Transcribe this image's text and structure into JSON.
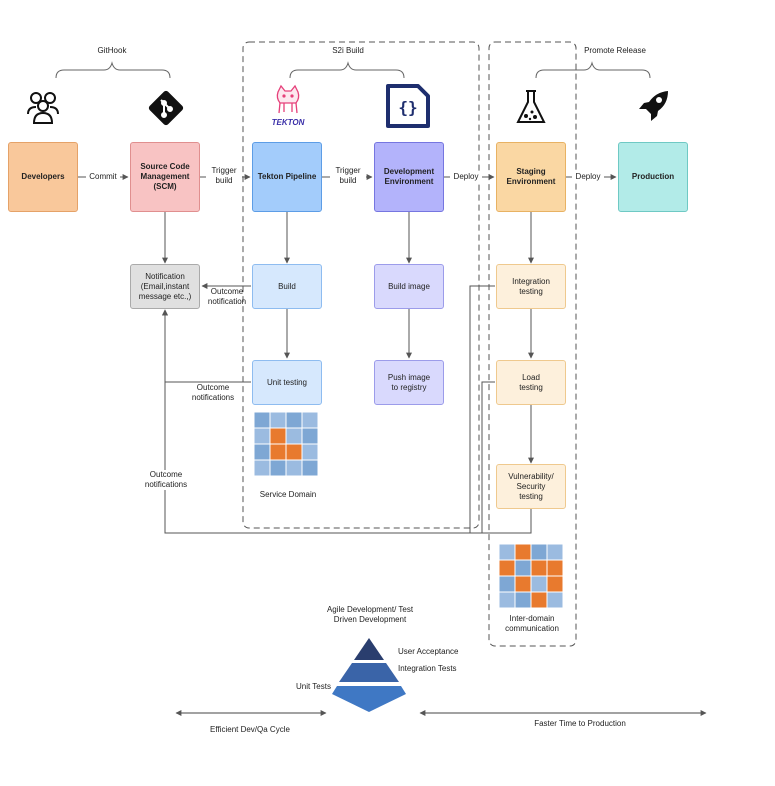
{
  "colors": {
    "developers": "#f9c89b",
    "scm": "#f8c3c3",
    "tekton": "#a3ccfb",
    "devenv": "#b3b3fb",
    "staging": "#fad7a3",
    "production": "#b2ebe8",
    "notification": "#e0e0e0",
    "light_blue": "#d6e8fd",
    "light_purple": "#d9d9fd",
    "light_orange": "#fdf0dc"
  },
  "groups": {
    "githook": "GitHook",
    "s2i_build": "S2i Build",
    "promote_release": "Promote Release"
  },
  "boxes": {
    "developers": "Developers",
    "scm": "Source Code\nManagement\n(SCM)",
    "tekton_pipeline": "Tekton Pipeline",
    "dev_env": "Development\nEnvironment",
    "staging_env": "Staging\nEnvironment",
    "production": "Production",
    "notification": "Notification\n(Email,instant\nmessage etc.,)",
    "build": "Build",
    "build_image": "Build image",
    "unit_testing": "Unit testing",
    "push_image": "Push image\nto registry",
    "integration_testing": "Integration\ntesting",
    "load_testing": "Load\ntesting",
    "vulnerability_testing": "Vulnerability/\nSecurity\ntesting"
  },
  "edges": {
    "commit": "Commit",
    "trigger_build_1": "Trigger\nbuild",
    "trigger_build_2": "Trigger\nbuild",
    "deploy_1": "Deploy",
    "deploy_2": "Deploy",
    "outcome_1": "Outcome\nnotification",
    "outcome_2": "Outcome\nnotifications",
    "outcome_3": "Outcome\nnotifications"
  },
  "captions": {
    "service_domain": "Service Domain",
    "inter_domain": "Inter-domain\ncommunication",
    "tekton_logo": "TEKTON"
  },
  "pyramid": {
    "title": "Agile Development/ Test\nDriven Development",
    "top": "User Acceptance",
    "middle": "Integration Tests",
    "bottom": "Unit Tests"
  },
  "timeline": {
    "left": "Efficient Dev/Qa Cycle",
    "right": "Faster Time to Production"
  },
  "icons": [
    "users-icon",
    "git-icon",
    "tekton-cat-icon",
    "json-file-icon",
    "flask-icon",
    "rocket-icon",
    "puzzle-icon"
  ]
}
